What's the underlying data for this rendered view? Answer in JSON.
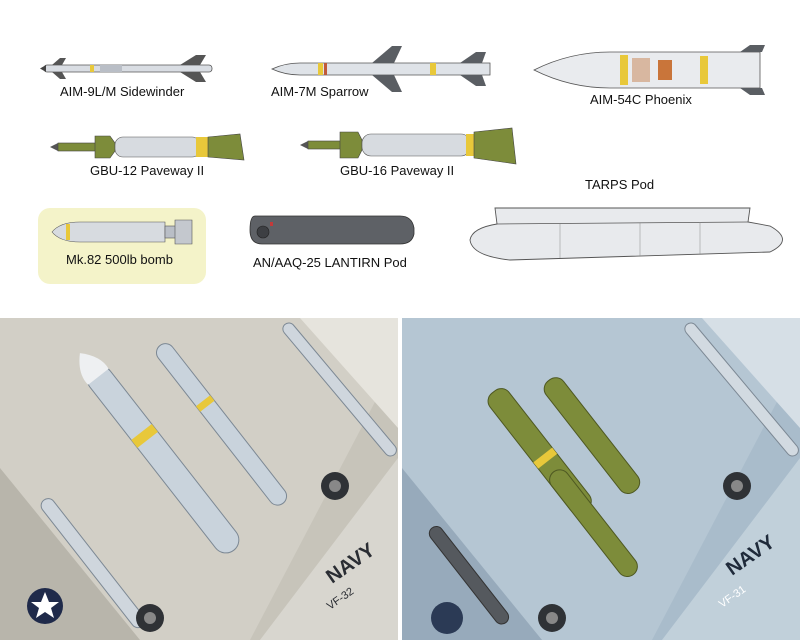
{
  "weapons": {
    "aim9": "AIM-9L/M Sidewinder",
    "aim7": "AIM-7M Sparrow",
    "aim54": "AIM-54C Phoenix",
    "gbu12": "GBU-12 Paveway II",
    "gbu16": "GBU-16 Paveway II",
    "tarps": "TARPS Pod",
    "mk82": "Mk.82 500lb bomb",
    "lantirn": "AN/AAQ-25 LANTIRN Pod"
  },
  "photos": {
    "left_marking": "NAVY",
    "left_code": "VF-32",
    "right_marking": "NAVY",
    "right_code": "VF-31"
  },
  "colors": {
    "missile_body": "#d9dde3",
    "bomb_green": "#7d8c3a",
    "band_yellow": "#e8c83a",
    "highlight_bg": "#f4f3c9",
    "gray_scheme": "#cfcdc4",
    "blue_scheme": "#a9bccb"
  }
}
